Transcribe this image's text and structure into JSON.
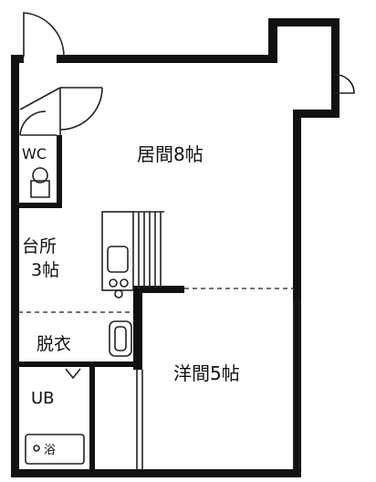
{
  "floor_plan": {
    "rooms": {
      "living": {
        "name": "居間",
        "size": "8帖"
      },
      "kitchen": {
        "name_line1": "台所",
        "name_line2": "3帖"
      },
      "western": {
        "name": "洋間",
        "size": "5帖"
      },
      "wc": {
        "label": "WC"
      },
      "changing": {
        "label": "脱衣"
      },
      "bath": {
        "label": "UB"
      },
      "tub": {
        "label": "浴"
      }
    },
    "colors": {
      "wall": "#111111",
      "background": "#ffffff"
    }
  }
}
